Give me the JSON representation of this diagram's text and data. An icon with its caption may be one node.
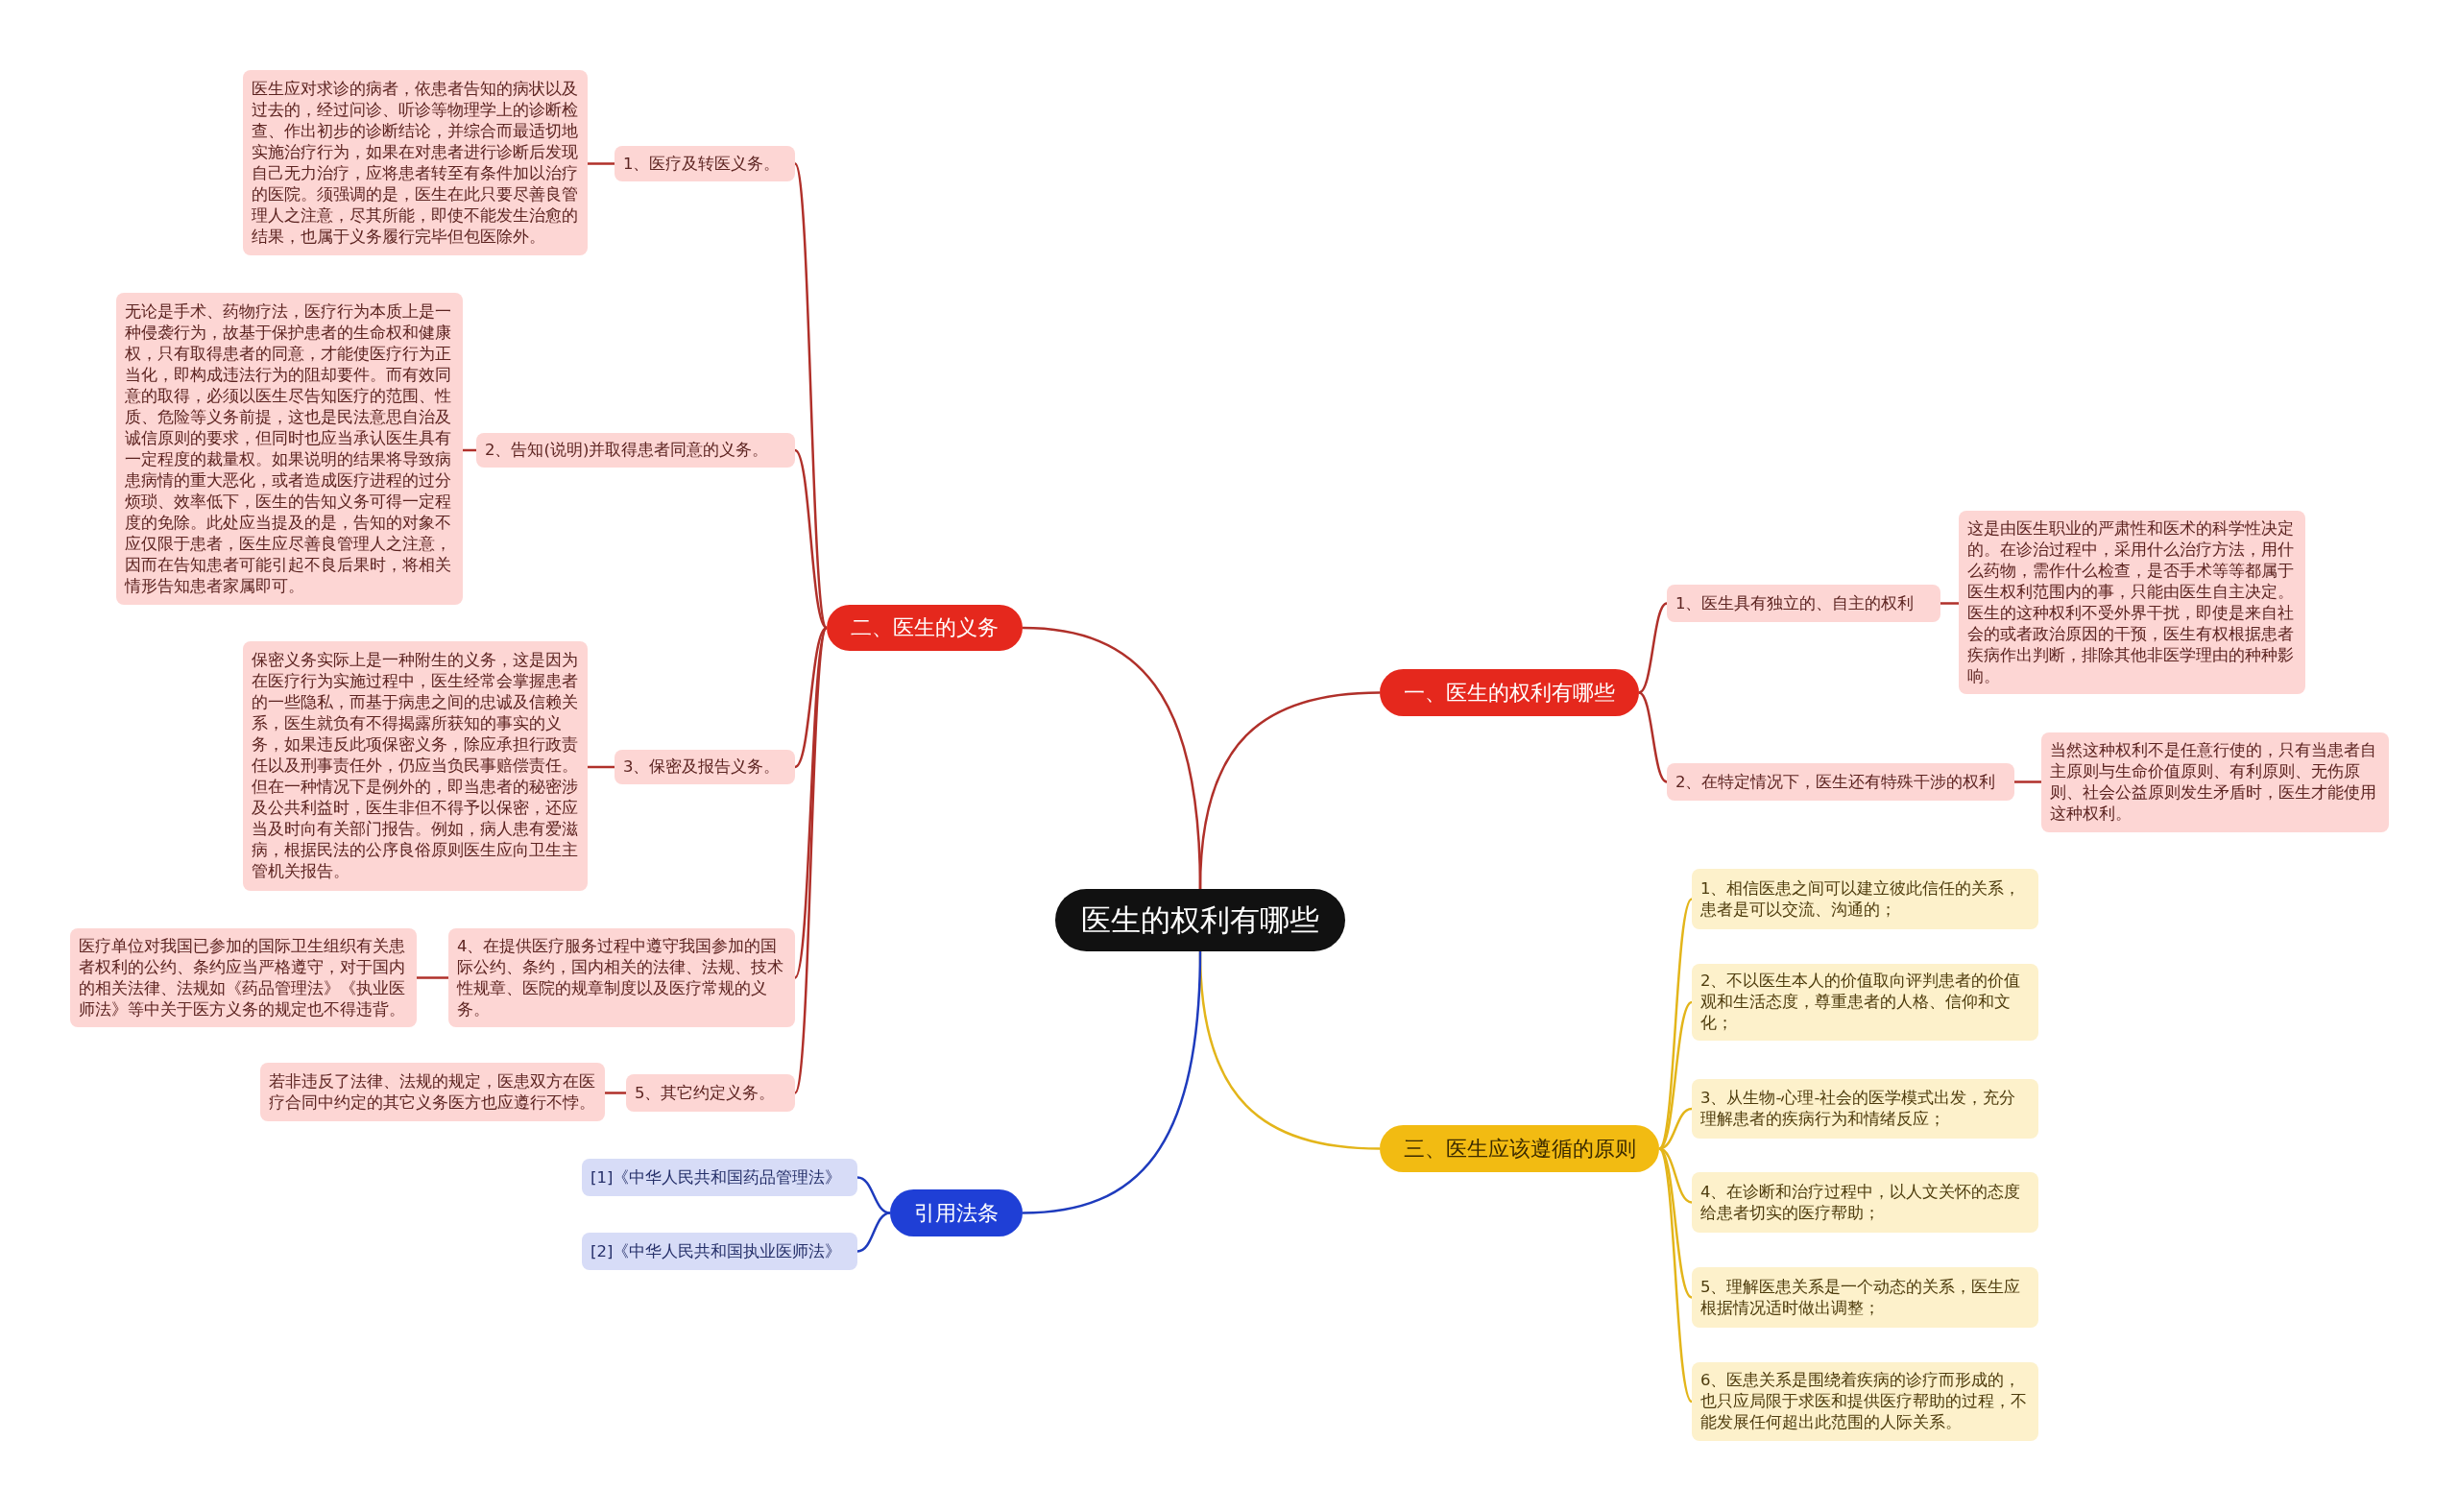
{
  "diagram": {
    "nodes": [
      {
        "text": [
          "医生的权利有哪些"
        ]
      },
      {
        "text": [
          "一、医生的权利有哪些"
        ]
      },
      {
        "text": [
          "1、医生具有独立的、自主的权利"
        ]
      },
      {
        "text": [
          "这是由医生职业的严肃性和医术的科学性决定的。在诊治过程中，采用什么治疗方法，用什么药物，需作什么检查，是否手术等等都属于医生权利范围内的事，只能由医生自主决定。医生的这种权利不受外界干扰，即使是来自社会的或者政治原因的干预，医生有权根据患者疾病作出判断，排除其他非医学理由的种种影响。"
        ]
      },
      {
        "text": [
          "2、在特定情况下，医生还有特殊干涉的权利"
        ]
      },
      {
        "text": [
          "当然这种权利不是任意行使的，只有当患者自主原则与生命价值原则、有利原则、无伤原则、社会公益原则发生矛盾时，医生才能使用这种权利。"
        ]
      },
      {
        "text": [
          "二、医生的义务"
        ]
      },
      {
        "text": [
          "1、医疗及转医义务。"
        ]
      },
      {
        "text": [
          "医生应对求诊的病者，依患者告知的病状以及过去的，经过问诊、听诊等物理学上的诊断检查、作出初步的诊断结论，并综合而最适切地实施治疗行为，如果在对患者进行诊断后发现自己无力治疗，应将患者转至有条件加以治疗的医院。须强调的是，医生在此只要尽善良管理人之注意，尽其所能，即使不能发生治愈的结果，也属于义务履行完毕但包医除外。"
        ]
      },
      {
        "text": [
          "2、告知(说明)并取得患者同意的义务。"
        ]
      },
      {
        "text": [
          "无论是手术、药物疗法，医疗行为本质上是一种侵袭行为，故基于保护患者的生命权和健康权，只有取得患者的同意，才能使医疗行为正当化，即构成违法行为的阻却要件。而有效同意的取得，必须以医生尽告知医疗的范围、性质、危险等义务前提，这也是民法意思自治及诚信原则的要求，但同时也应当承认医生具有一定程度的裁量权。如果说明的结果将导致病患病情的重大恶化，或者造成医疗进程的过分烦琐、效率低下，医生的告知义务可得一定程度的免除。此处应当提及的是，告知的对象不应仅限于患者，医生应尽善良管理人之注意，因而在告知患者可能引起不良后果时，将相关情形告知患者家属即可。"
        ]
      },
      {
        "text": [
          "3、保密及报告义务。"
        ]
      },
      {
        "text": [
          "保密义务实际上是一种附生的义务，这是因为在医疗行为实施过程中，医生经常会掌握患者的一些隐私，而基于病患之间的忠诚及信赖关系，医生就负有不得揭露所获知的事实的义务，如果违反此项保密义务，除应承担行政责任以及刑事责任外，仍应当负民事赔偿责任。但在一种情况下是例外的，即当患者的秘密涉及公共利益时，医生非但不得予以保密，还应当及时向有关部门报告。例如，病人患有爱滋病，根据民法的公序良俗原则医生应向卫生主管机关报告。"
        ]
      },
      {
        "text": [
          "4、在提供医疗服务过程中遵守我国参加的国际公约、条约，国内相关的法律、法规、技术性规章、医院的规章制度以及医疗常规的义务。"
        ]
      },
      {
        "text": [
          "医疗单位对我国已参加的国际卫生组织有关患者权利的公约、条约应当严格遵守，对于国内的相关法律、法规如《药品管理法》《执业医师法》等中关于医方义务的规定也不得违背。"
        ]
      },
      {
        "text": [
          "5、其它约定义务。"
        ]
      },
      {
        "text": [
          "若非违反了法律、法规的规定，医患双方在医疗合同中约定的其它义务医方也应遵行不悖。"
        ]
      },
      {
        "text": [
          "三、医生应该遵循的原则"
        ]
      },
      {
        "text": [
          "1、相信医患之间可以建立彼此信任的关系，患者是可以交流、沟通的；"
        ]
      },
      {
        "text": [
          "2、不以医生本人的价值取向评判患者的价值观和生活态度，尊重患者的人格、信仰和文化；"
        ]
      },
      {
        "text": [
          "3、从生物-心理-社会的医学模式出发，充分理解患者的疾病行为和情绪反应；"
        ]
      },
      {
        "text": [
          "4、在诊断和治疗过程中，以人文关怀的态度给患者切实的医疗帮助；"
        ]
      },
      {
        "text": [
          "5、理解医患关系是一个动态的关系，医生应根据情况适时做出调整；"
        ]
      },
      {
        "text": [
          "6、医患关系是围绕着疾病的诊疗而形成的，也只应局限于求医和提供医疗帮助的过程，不能发展任何超出此范围的人际关系。"
        ]
      },
      {
        "text": [
          "引用法条"
        ]
      },
      {
        "text": [
          "[1]《中华人民共和国药品管理法》"
        ]
      },
      {
        "text": [
          "[2]《中华人民共和国执业医师法》"
        ]
      }
    ],
    "edges": [
      {
        "from": 0,
        "to": 1,
        "arrow": "none"
      },
      {
        "from": 1,
        "to": 2,
        "arrow": "none"
      },
      {
        "from": 2,
        "to": 3,
        "arrow": "none"
      },
      {
        "from": 1,
        "to": 4,
        "arrow": "none"
      },
      {
        "from": 4,
        "to": 5,
        "arrow": "none"
      },
      {
        "from": 0,
        "to": 6,
        "arrow": "none"
      },
      {
        "from": 6,
        "to": 7,
        "arrow": "none"
      },
      {
        "from": 7,
        "to": 8,
        "arrow": "none"
      },
      {
        "from": 6,
        "to": 9,
        "arrow": "none"
      },
      {
        "from": 9,
        "to": 10,
        "arrow": "none"
      },
      {
        "from": 6,
        "to": 11,
        "arrow": "none"
      },
      {
        "from": 11,
        "to": 12,
        "arrow": "none"
      },
      {
        "from": 6,
        "to": 13,
        "arrow": "none"
      },
      {
        "from": 13,
        "to": 14,
        "arrow": "none"
      },
      {
        "from": 6,
        "to": 15,
        "arrow": "none"
      },
      {
        "from": 15,
        "to": 16,
        "arrow": "none"
      },
      {
        "from": 0,
        "to": 17,
        "arrow": "none",
        "color": "#e3b51a"
      },
      {
        "from": 17,
        "to": 18,
        "arrow": "none",
        "color": "#e3b51a"
      },
      {
        "from": 17,
        "to": 19,
        "arrow": "none",
        "color": "#e3b51a"
      },
      {
        "from": 17,
        "to": 20,
        "arrow": "none",
        "color": "#e3b51a"
      },
      {
        "from": 17,
        "to": 21,
        "arrow": "none",
        "color": "#e3b51a"
      },
      {
        "from": 17,
        "to": 22,
        "arrow": "none",
        "color": "#e3b51a"
      },
      {
        "from": 17,
        "to": 23,
        "arrow": "none",
        "color": "#e3b51a"
      },
      {
        "from": 0,
        "to": 24,
        "arrow": "none",
        "color": "#1e3bbd"
      },
      {
        "from": 24,
        "to": 25,
        "arrow": "none",
        "color": "#1e3bbd"
      },
      {
        "from": 24,
        "to": 26,
        "arrow": "none",
        "color": "#1e3bbd"
      }
    ]
  }
}
